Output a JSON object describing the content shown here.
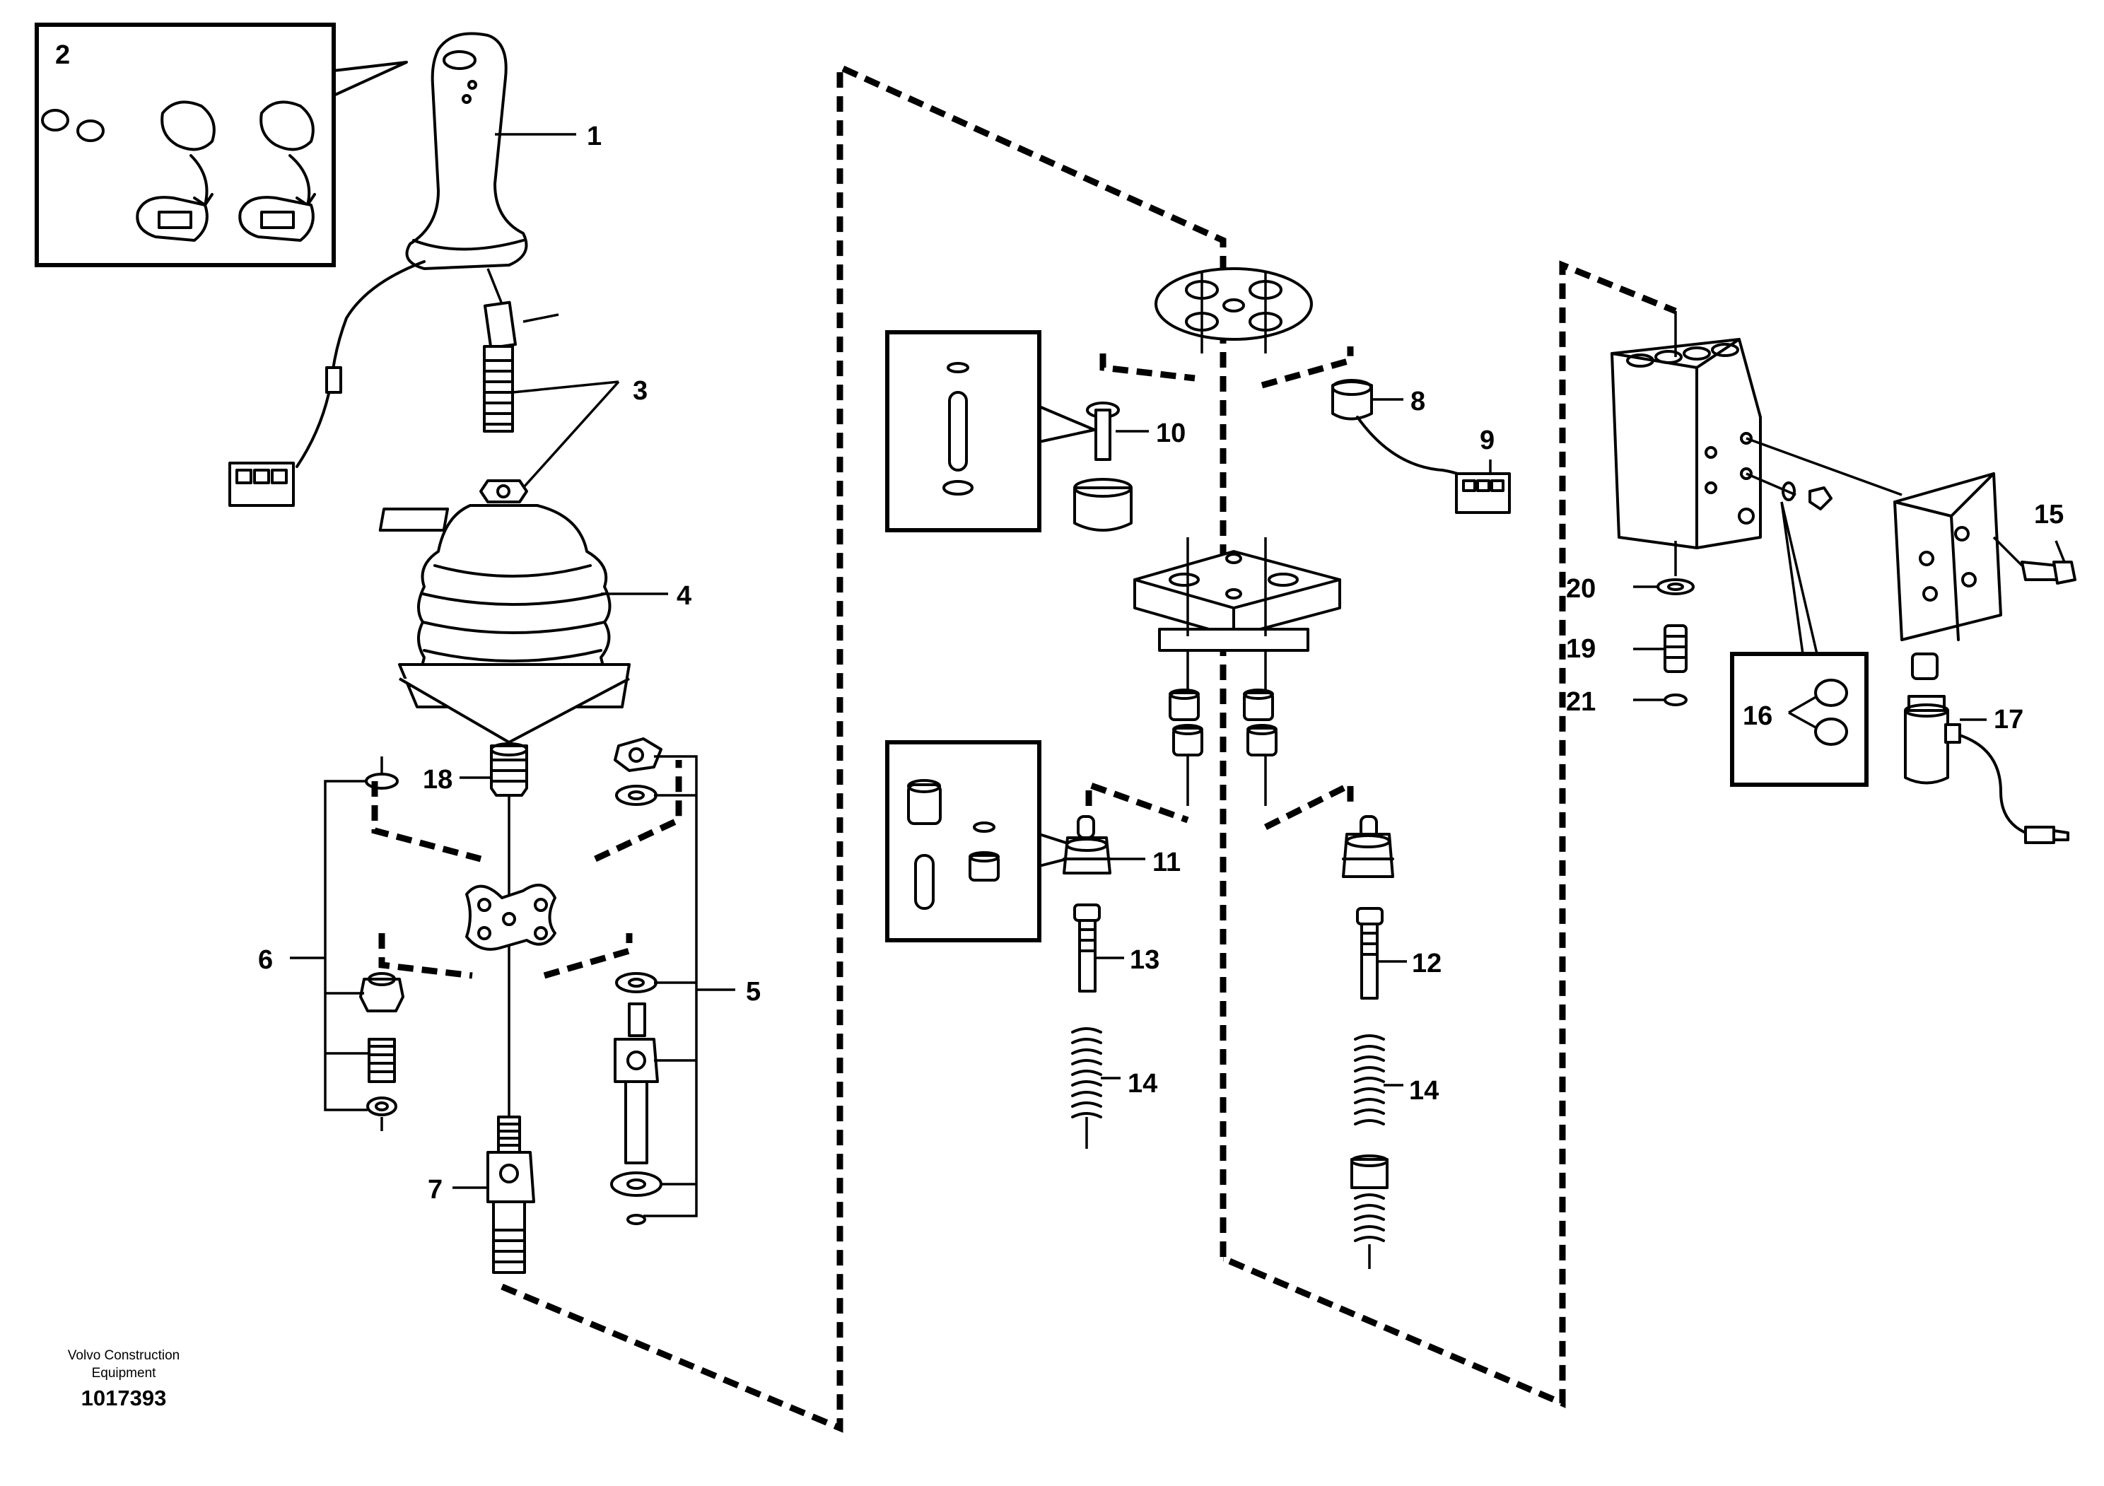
{
  "diagram": {
    "maker_line1": "Volvo Construction",
    "maker_line2": "Equipment",
    "drawing_number": "1017393",
    "callouts": [
      "1",
      "2",
      "3",
      "4",
      "5",
      "6",
      "7",
      "8",
      "9",
      "10",
      "11",
      "12",
      "13",
      "14",
      "14",
      "15",
      "16",
      "17",
      "18",
      "19",
      "20",
      "21"
    ]
  }
}
